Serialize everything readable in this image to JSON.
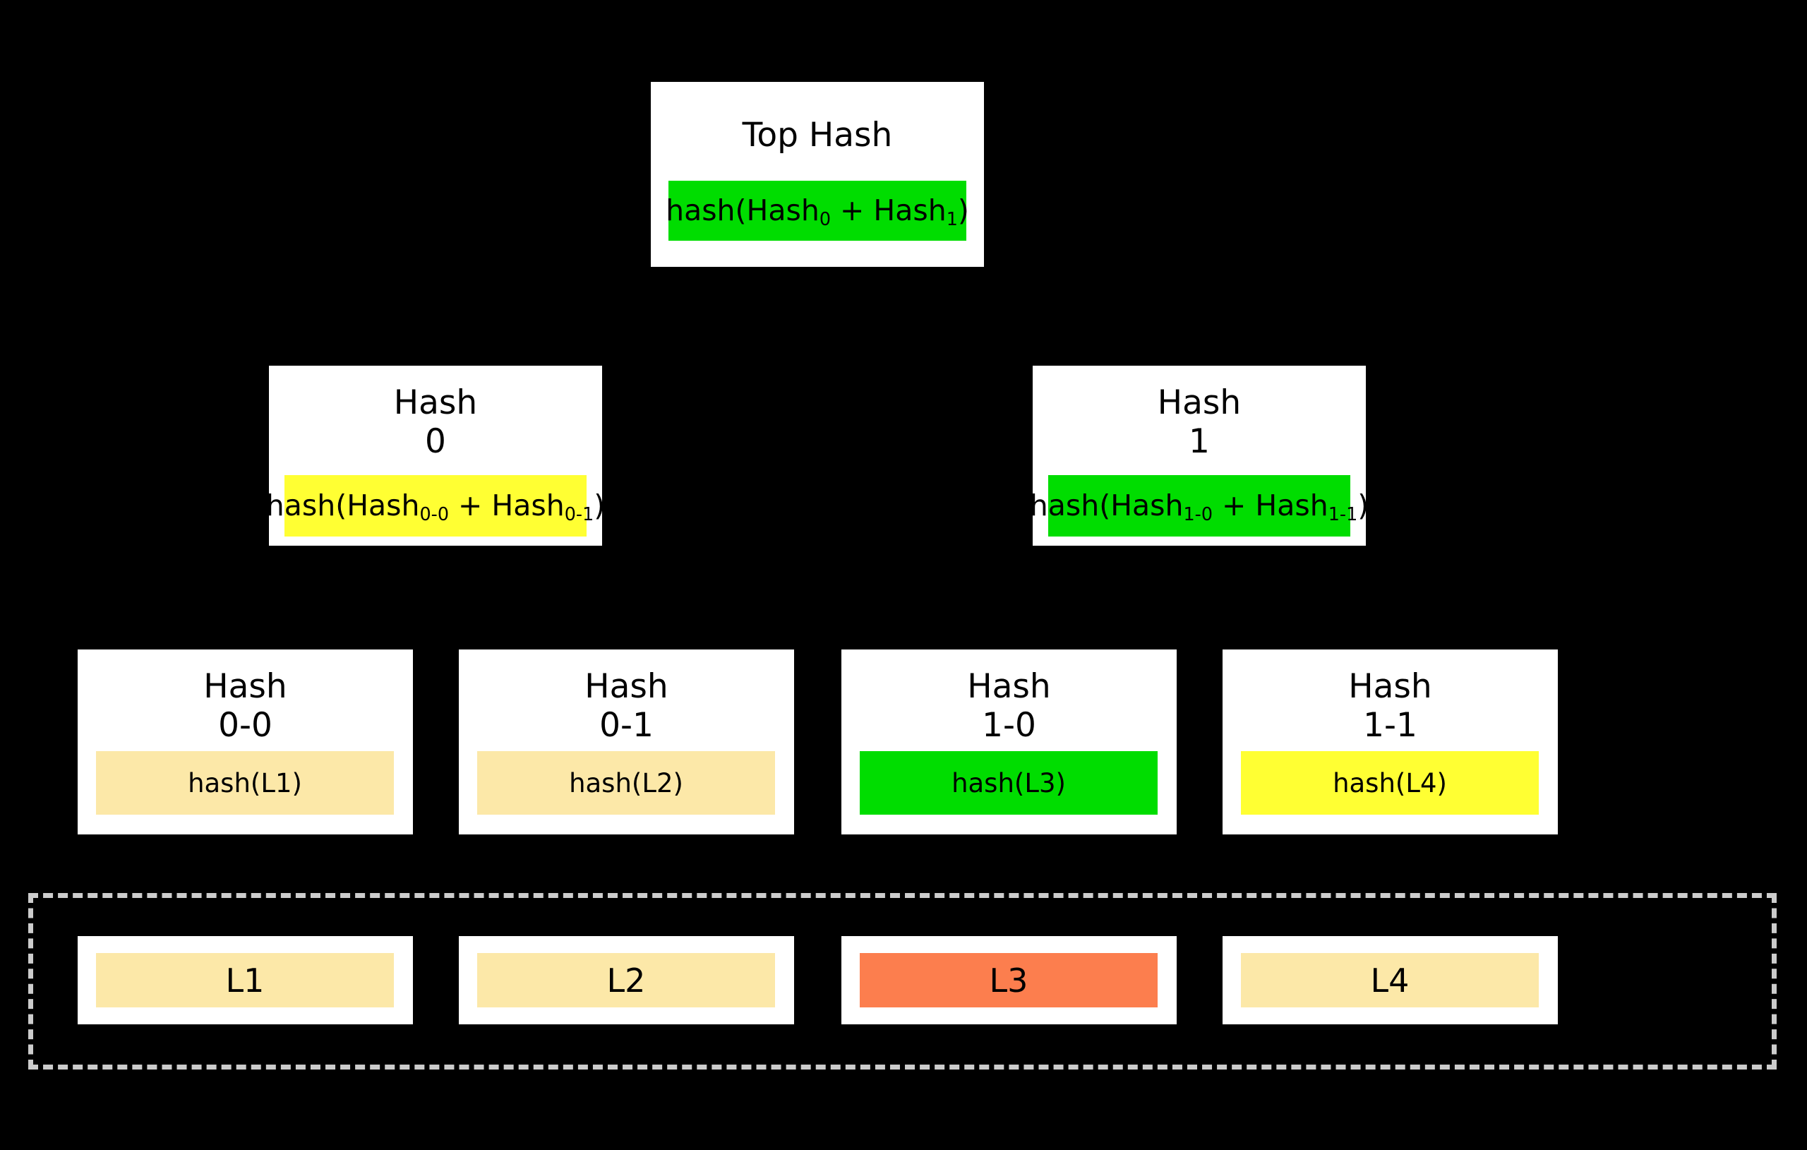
{
  "diagram": {
    "title": "Merkle tree (hash tree) diagram",
    "background_color": "#000000",
    "box_color": "#ffffff",
    "connector_color": "#000000",
    "dashed_border_color": "#cccccc"
  },
  "palette": {
    "green": "#00dd00",
    "yellow": "#ffff33",
    "cream": "#fce8a8",
    "coral": "#fc7e4e"
  },
  "levels": {
    "root": {
      "title": "Top Hash",
      "hash_label": "hash(Hash₀ + Hash₁)",
      "hash_text_plain": "hash(Hash0 + Hash1)",
      "highlight_color": "#00dd00"
    },
    "internal": [
      {
        "title": "Hash\n0",
        "title_line1": "Hash",
        "title_line2": "0",
        "hash_label": "hash(Hash₀₋₀ + Hash₀₋₁)",
        "hash_text_plain": "hash(Hash0-0 + Hash0-1)",
        "highlight_color": "#ffff33"
      },
      {
        "title": "Hash\n1",
        "title_line1": "Hash",
        "title_line2": "1",
        "hash_label": "hash(Hash₁₋₀ + Hash₁₋₁)",
        "hash_text_plain": "hash(Hash1-0 + Hash1-1)",
        "highlight_color": "#00dd00"
      }
    ],
    "leaves": [
      {
        "title": "Hash\n0-0",
        "title_line1": "Hash",
        "title_line2": "0-0",
        "hash_label": "hash(L1)",
        "highlight_color": "#fce8a8"
      },
      {
        "title": "Hash\n0-1",
        "title_line1": "Hash",
        "title_line2": "0-1",
        "hash_label": "hash(L2)",
        "highlight_color": "#fce8a8"
      },
      {
        "title": "Hash\n1-0",
        "title_line1": "Hash",
        "title_line2": "1-0",
        "hash_label": "hash(L3)",
        "highlight_color": "#00dd00"
      },
      {
        "title": "Hash\n1-1",
        "title_line1": "Hash",
        "title_line2": "1-1",
        "hash_label": "hash(L4)",
        "highlight_color": "#ffff33"
      }
    ],
    "data_blocks": [
      {
        "label": "L1",
        "highlight_color": "#fce8a8"
      },
      {
        "label": "L2",
        "highlight_color": "#fce8a8"
      },
      {
        "label": "L3",
        "highlight_color": "#fc7e4e"
      },
      {
        "label": "L4",
        "highlight_color": "#fce8a8"
      }
    ]
  }
}
